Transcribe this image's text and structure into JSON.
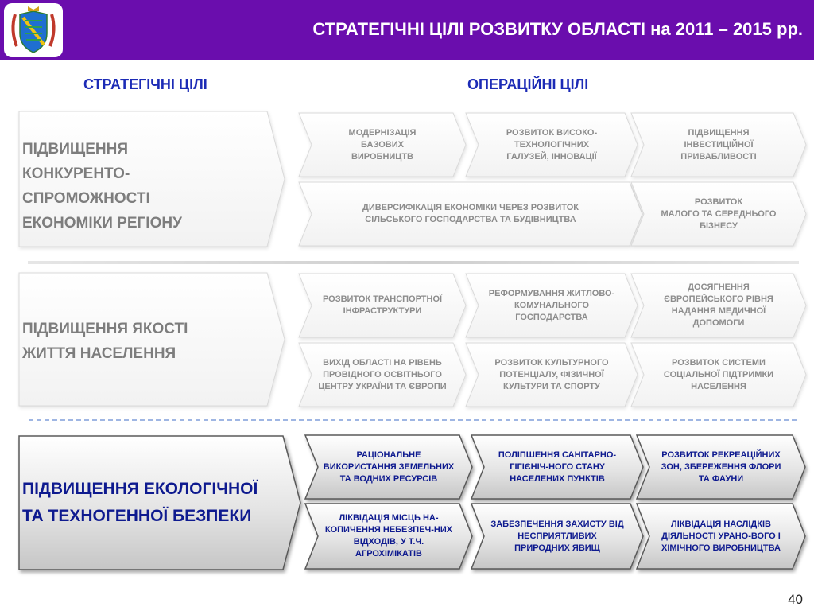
{
  "header": {
    "title": "СТРАТЕГІЧНІ ЦІЛІ РОЗВИТКУ ОБЛАСТІ на 2011 – 2015 рр.",
    "bg_color": "#6a0dad",
    "logo_icon": "coat-of-arms-icon"
  },
  "columns": {
    "strategic": "СТРАТЕГІЧНІ ЦІЛІ",
    "operational": "ОПЕРАЦІЙНІ ЦІЛІ"
  },
  "colors": {
    "heading": "#1c2bb6",
    "dark_text": "#0e1a8f",
    "grey_text": "#8c8c8c"
  },
  "groups": [
    {
      "strategic": [
        "ПІДВИЩЕННЯ",
        "КОНКУРЕНТО-",
        "СПРОМОЖНОСТІ",
        "ЕКОНОМІКИ РЕГІОНУ"
      ],
      "rows": [
        [
          [
            "МОДЕРНІЗАЦІЯ",
            "БАЗОВИХ",
            "ВИРОБНИЦТВ"
          ],
          [
            "РОЗВИТОК ВИСОКО-",
            "ТЕХНОЛОГІЧНИХ",
            "ГАЛУЗЕЙ, ІННОВАЦІЇ"
          ],
          [
            "ПІДВИЩЕННЯ",
            "ІНВЕСТИЦІЙНОЇ",
            "ПРИВАБЛИВОСТІ"
          ]
        ],
        [
          [
            "ДИВЕРСИФІКАЦІЯ ЕКОНОМІКИ ЧЕРЕЗ РОЗВИТОК",
            "СІЛЬСЬКОГО ГОСПОДАРСТВА ТА БУДІВНИЦТВА"
          ],
          [
            "РОЗВИТОК",
            "МАЛОГО ТА СЕРЕДНЬОГО",
            "БІЗНЕСУ"
          ]
        ]
      ]
    },
    {
      "strategic": [
        "ПІДВИЩЕННЯ ЯКОСТІ",
        "ЖИТТЯ НАСЕЛЕННЯ"
      ],
      "rows": [
        [
          [
            "РОЗВИТОК ТРАНСПОРТНОЇ",
            "ІНФРАСТРУКТУРИ"
          ],
          [
            "РЕФОРМУВАННЯ ЖИТЛОВО-",
            "КОМУНАЛЬНОГО",
            "ГОСПОДАРСТВА"
          ],
          [
            "ДОСЯГНЕННЯ",
            "ЄВРОПЕЙСЬКОГО РІВНЯ",
            "НАДАННЯ МЕДИЧНОЇ",
            "ДОПОМОГИ"
          ]
        ],
        [
          [
            "ВИХІД ОБЛАСТІ НА РІВЕНЬ",
            "ПРОВІДНОГО ОСВІТНЬОГО",
            "ЦЕНТРУ УКРАЇНИ ТА ЄВРОПИ"
          ],
          [
            "РОЗВИТОК КУЛЬТУРНОГО",
            "ПОТЕНЦІАЛУ, ФІЗИЧНОЇ",
            "КУЛЬТУРИ ТА СПОРТУ"
          ],
          [
            "РОЗВИТОК СИСТЕМИ",
            "СОЦІАЛЬНОЇ ПІДТРИМКИ",
            "НАСЕЛЕННЯ"
          ]
        ]
      ]
    },
    {
      "strategic": [
        "ПІДВИЩЕННЯ ЕКОЛОГІЧНОЇ",
        "ТА ТЕХНОГЕННОЇ БЕЗПЕКИ"
      ],
      "rows": [
        [
          [
            "РАЦІОНАЛЬНЕ",
            "ВИКОРИСТАННЯ ЗЕМЕЛЬНИХ",
            "ТА ВОДНИХ РЕСУРСІВ"
          ],
          [
            "ПОЛІПШЕННЯ САНІТАРНО-",
            "ГІГІЄНІЧ-НОГО СТАНУ",
            "НАСЕЛЕНИХ ПУНКТІВ"
          ],
          [
            "РОЗВИТОК РЕКРЕАЦІЙНИХ",
            "ЗОН, ЗБЕРЕЖЕННЯ ФЛОРИ",
            "ТА ФАУНИ"
          ]
        ],
        [
          [
            "ЛІКВІДАЦІЯ МІСЦЬ НА-",
            "КОПИЧЕННЯ НЕБЕЗПЕЧ-НИХ",
            "ВІДХОДІВ, У Т.Ч.",
            "АГРОХІМІКАТІВ"
          ],
          [
            "ЗАБЕЗПЕЧЕННЯ ЗАХИСТУ ВІД",
            "НЕСПРИЯТЛИВИХ",
            "ПРИРОДНИХ ЯВИЩ"
          ],
          [
            "ЛІКВІДАЦІЯ НАСЛІДКІВ",
            "ДІЯЛЬНОСТІ УРАНО-ВОГО І",
            "ХІМІЧНОГО ВИРОБНИЦТВА"
          ]
        ]
      ]
    }
  ],
  "page_number": "40"
}
